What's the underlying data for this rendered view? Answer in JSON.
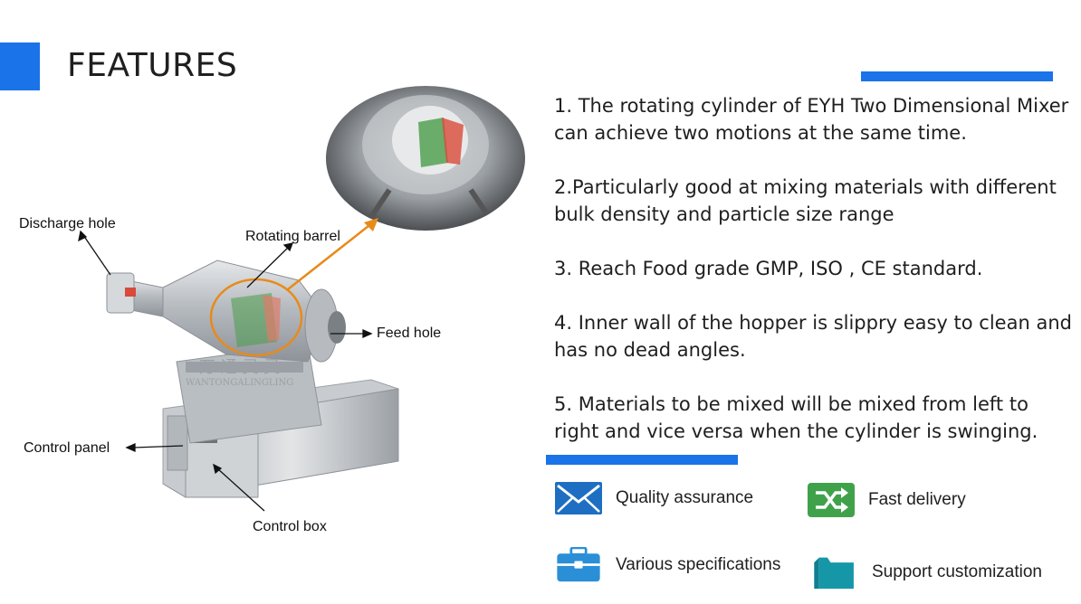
{
  "header": {
    "title": "FEATURES",
    "accent_color": "#1a73e8"
  },
  "features": [
    "1. The rotating cylinder of EYH Two Dimensional Mixer can achieve two motions at the same time.",
    "2.Particularly good at mixing materials with different bulk density and particle size range",
    "3. Reach Food grade GMP, ISO , CE  standard.",
    "4. Inner wall of the hopper is slippry easy to clean and has no dead angles.",
    "5. Materials to be mixed will be mixed from left to right and vice versa when the cylinder is swinging."
  ],
  "diagram": {
    "labels": {
      "discharge_hole": "Discharge hole",
      "rotating_barrel": "Rotating barrel",
      "feed_hole": "Feed hole",
      "control_panel": "Control panel",
      "control_box": "Control box"
    },
    "watermark_cn": "万 通 灵 灵",
    "watermark_en": "WANTONGALINGLING",
    "highlight_color": "#e88a1a"
  },
  "badges": [
    {
      "icon": "envelope-icon",
      "label": "Quality assurance",
      "color": "#1e6fc2"
    },
    {
      "icon": "shuffle-icon",
      "label": "Fast delivery",
      "color": "#3fa24a"
    },
    {
      "icon": "toolbox-icon",
      "label": "Various specifications",
      "color": "#2a8fd6"
    },
    {
      "icon": "folder-icon",
      "label": "Support customization",
      "color": "#1597a8"
    }
  ]
}
